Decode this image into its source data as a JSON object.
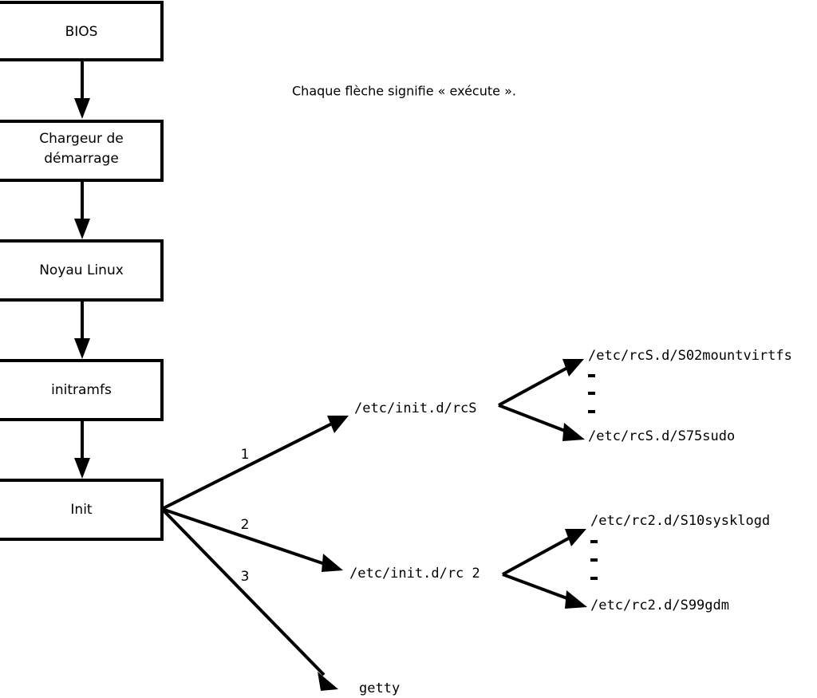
{
  "caption": {
    "text": "Chaque flèche signifie « exécute »."
  },
  "colors": {
    "stroke": "#000000",
    "background": "#ffffff",
    "box_fill": "#ffffff"
  },
  "boot_chain": {
    "boxes": [
      {
        "id": "bios",
        "label": "BIOS",
        "lines": [
          "BIOS"
        ]
      },
      {
        "id": "bootloader",
        "label": "Chargeur de démarrage",
        "lines": [
          "Chargeur de",
          "démarrage"
        ]
      },
      {
        "id": "kernel",
        "label": "Noyau Linux",
        "lines": [
          "Noyau Linux"
        ]
      },
      {
        "id": "initramfs",
        "label": "initramfs",
        "lines": [
          "initramfs"
        ]
      },
      {
        "id": "init",
        "label": "Init",
        "lines": [
          "Init"
        ]
      }
    ]
  },
  "init_branches": [
    {
      "number": "1",
      "target": "/etc/init.d/rcS"
    },
    {
      "number": "2",
      "target": "/etc/init.d/rc 2"
    },
    {
      "number": "3",
      "target": "getty"
    }
  ],
  "script_groups": [
    {
      "id": "rcS-scripts",
      "parent": "/etc/init.d/rcS",
      "first": "/etc/rcS.d/S02mountvirtfs",
      "ellipsis": [
        "-",
        "-",
        "-"
      ],
      "last": "/etc/rcS.d/S75sudo"
    },
    {
      "id": "rc2-scripts",
      "parent": "/etc/init.d/rc 2",
      "first": "/etc/rc2.d/S10sysklogd",
      "ellipsis": [
        "-",
        "-",
        "-"
      ],
      "last": "/etc/rc2.d/S99gdm"
    }
  ]
}
